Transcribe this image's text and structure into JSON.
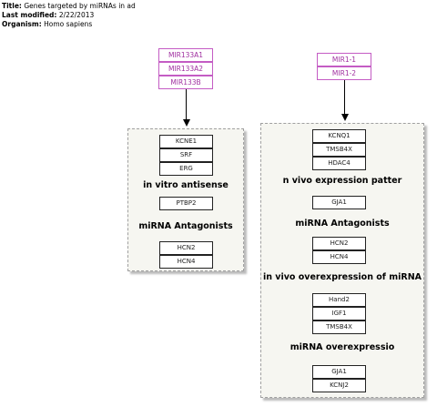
{
  "meta": {
    "title_label": "Title:",
    "title_value": "Genes targeted by miRNAs in ad",
    "modified_label": "Last modified:",
    "modified_value": "2/22/2013",
    "organism_label": "Organism:",
    "organism_value": "Homo sapiens"
  },
  "left": {
    "mirnas": [
      "MIR133A1",
      "MIR133A2",
      "MIR133B"
    ],
    "group1": [
      "KCNE1",
      "SRF",
      "ERG"
    ],
    "heading1": "in vitro antisense",
    "group2": [
      "PTBP2"
    ],
    "heading2": "miRNA Antagonists",
    "group3": [
      "HCN2",
      "HCN4"
    ]
  },
  "right": {
    "mirnas": [
      "MIR1-1",
      "MIR1-2"
    ],
    "group1": [
      "KCNQ1",
      "TMSB4X",
      "HDAC4"
    ],
    "heading1": "n vivo expression patter",
    "group2": [
      "GJA1"
    ],
    "heading2": "miRNA Antagonists",
    "group3": [
      "HCN2",
      "HCN4"
    ],
    "heading3": "in vivo overexpression of miRNA",
    "group4": [
      "Hand2",
      "IGF1",
      "TMSB4X"
    ],
    "heading4": "miRNA overexpressio",
    "group5": [
      "GJA1",
      "KCNJ2"
    ]
  },
  "colors": {
    "mirna_border": "#c45cc4",
    "mirna_text": "#a030a0",
    "panel_bg": "#f6f6f1"
  }
}
